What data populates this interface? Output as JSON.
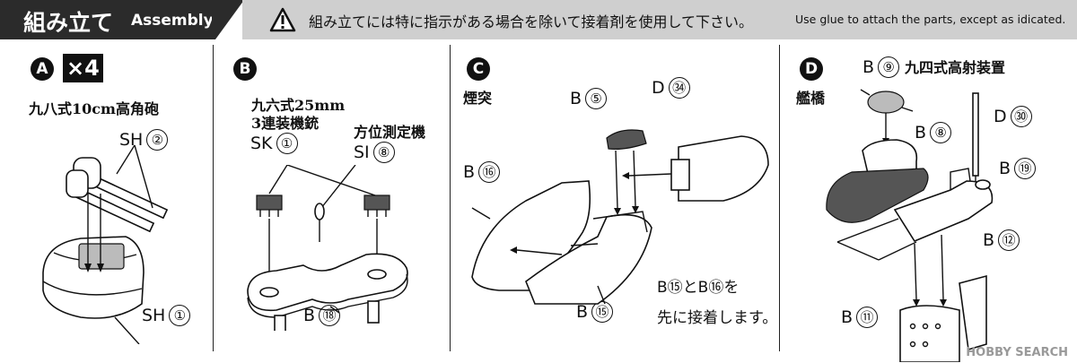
{
  "header": {
    "title_jp": "組み立て",
    "title_en": "Assembly",
    "warning_jp": "組み立てには特に指示がある場合を除いて接着剤を使用して下さい。",
    "warning_en": "Use glue to attach the parts, except as idicated."
  },
  "panels": {
    "a": {
      "badge": "A",
      "multiplier": "×4",
      "name_jp": "九八式10cm高角砲",
      "labels": [
        {
          "part": "SH",
          "num": "②"
        },
        {
          "part": "SH",
          "num": "①"
        }
      ]
    },
    "b": {
      "badge": "B",
      "name_jp_line1": "九六式25mm",
      "name_jp_line2": "3連装機銃",
      "name2_jp": "方位測定機",
      "labels": [
        {
          "part": "SK",
          "num": "①"
        },
        {
          "part": "SI",
          "num": "⑧"
        },
        {
          "part": "B",
          "num": "⑱"
        }
      ]
    },
    "c": {
      "badge": "C",
      "name_jp": "煙突",
      "labels": [
        {
          "part": "B",
          "num": "⑤"
        },
        {
          "part": "D",
          "num": "㉞"
        },
        {
          "part": "B",
          "num": "⑯"
        },
        {
          "part": "B",
          "num": "⑮"
        }
      ],
      "note_line1": "B⑮とB⑯を",
      "note_line2": "先に接着します。"
    },
    "d": {
      "badge": "D",
      "name_jp": "艦橋",
      "labels": [
        {
          "part": "B",
          "num": "⑨",
          "suffix": "九四式高射装置"
        },
        {
          "part": "D",
          "num": "㉚"
        },
        {
          "part": "B",
          "num": "⑧"
        },
        {
          "part": "B",
          "num": "⑲"
        },
        {
          "part": "B",
          "num": "⑫"
        },
        {
          "part": "B",
          "num": "⑪"
        }
      ]
    }
  },
  "watermark": "HOBBY SEARCH"
}
